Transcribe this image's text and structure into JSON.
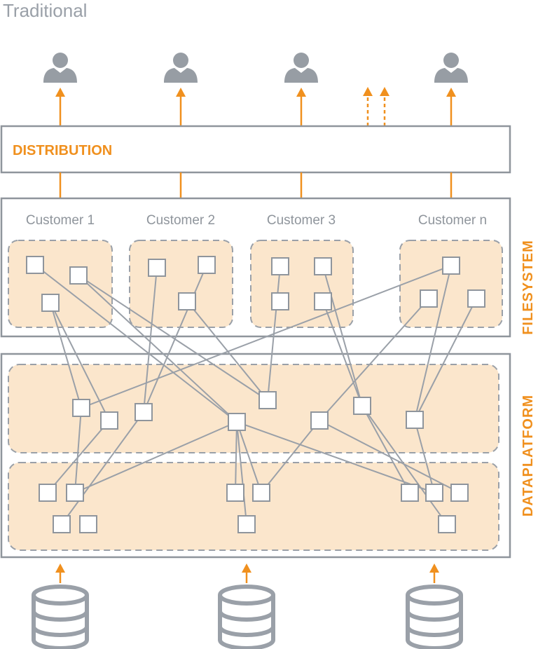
{
  "title": "Traditional",
  "distribution_label": "DISTRIBUTION",
  "filesystem_label": "FILESYSTEM",
  "dataplatform_label": "DATAPLATFORM",
  "customers": [
    "Customer 1",
    "Customer 2",
    "Customer 3",
    "Customer n"
  ],
  "colors": {
    "accent": "#f0901e",
    "zone_fill": "#fbe6cc",
    "line": "#9aa0a8",
    "title": "#9aa0a8"
  },
  "icons": [
    "user-icon",
    "database-icon",
    "arrow-up-icon"
  ]
}
